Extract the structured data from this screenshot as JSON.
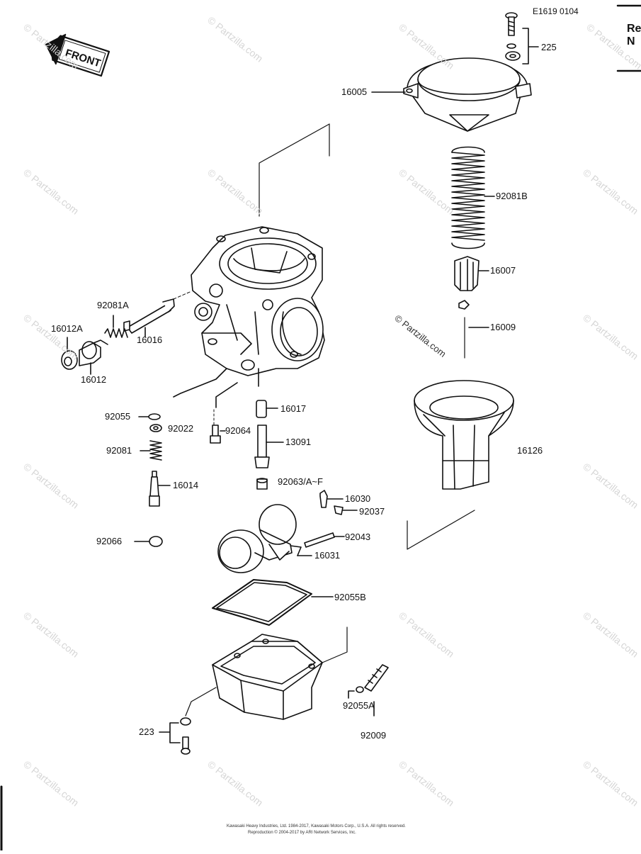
{
  "diagram": {
    "code": "E1619 0104",
    "corner_text": [
      "Re",
      "N"
    ],
    "front_arrow": "FRONT",
    "copyright_lines": [
      "Kawasaki Heavy Industries, Ltd. 1984-2017, Kawasaki Motors Corp., U.S.A. All rights reserved.",
      "Reproduction © 2004-2017 by ARI Network Services, Inc."
    ],
    "watermark": "© Partzilla.com",
    "labels": {
      "p225": "225",
      "p16005": "16005",
      "p92081B": "92081B",
      "p16007": "16007",
      "p16009": "16009",
      "p16126": "16126",
      "p92081A": "92081A",
      "p16012A": "16012A",
      "p16016": "16016",
      "p16012": "16012",
      "p92055": "92055",
      "p92022": "92022",
      "p92064": "92064",
      "p16017": "16017",
      "p13091": "13091",
      "p92081": "92081",
      "p16014": "16014",
      "p92063": "92063/A~F",
      "p16030": "16030",
      "p92037": "92037",
      "p92066": "92066",
      "p92043": "92043",
      "p16031": "16031",
      "p92055B": "92055B",
      "p223": "223",
      "p92055A": "92055A",
      "p92009": "92009"
    }
  }
}
